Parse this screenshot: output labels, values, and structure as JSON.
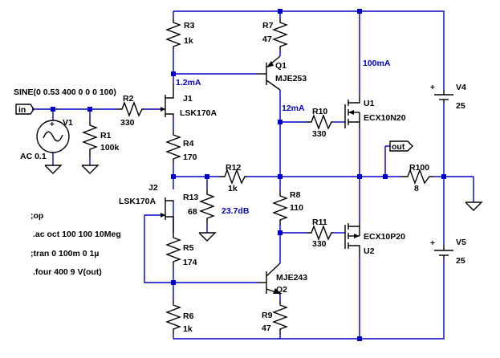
{
  "components": {
    "R3": {
      "name": "R3",
      "value": "1k"
    },
    "R7": {
      "name": "R7",
      "value": "47"
    },
    "R2": {
      "name": "R2",
      "value": "330"
    },
    "R1": {
      "name": "R1",
      "value": "100k"
    },
    "R4": {
      "name": "R4",
      "value": "170"
    },
    "R12": {
      "name": "R12",
      "value": "1k"
    },
    "R13": {
      "name": "R13",
      "value": "68"
    },
    "R5": {
      "name": "R5",
      "value": "174"
    },
    "R6": {
      "name": "R6",
      "value": "1k"
    },
    "R8": {
      "name": "R8",
      "value": "110"
    },
    "R9": {
      "name": "R9",
      "value": "47"
    },
    "R10": {
      "name": "R10",
      "value": "330"
    },
    "R11": {
      "name": "R11",
      "value": "330"
    },
    "R100": {
      "name": "R100",
      "value": "8"
    },
    "Q1": {
      "name": "Q1",
      "value": "MJE253"
    },
    "Q2": {
      "name": "Q2",
      "value": "MJE243"
    },
    "J1": {
      "name": "J1",
      "value": "LSK170A"
    },
    "J2": {
      "name": "J2",
      "value": "LSK170A"
    },
    "U1": {
      "name": "U1",
      "value": "ECX10N20"
    },
    "U2": {
      "name": "U2",
      "value": "ECX10P20"
    },
    "V1": {
      "name": "V1",
      "value": "AC 0.1",
      "source": "SINE(0 0.53 400 0 0 0 100)"
    },
    "V4": {
      "name": "V4",
      "value": "25"
    },
    "V5": {
      "name": "V5",
      "value": "25"
    }
  },
  "annotations": {
    "i_j1": "1.2mA",
    "i_q1": "12mA",
    "i_u1": "100mA",
    "gain": "23.7dB"
  },
  "ports": {
    "in": "in",
    "out": "out"
  },
  "directives": [
    ";op",
    ".ac oct 100 100 10Meg",
    ";tran 0 100m 0 1µ",
    ".four 400 9 V(out)"
  ],
  "colors": {
    "wire": "#0000c8",
    "component": "#000000",
    "annotation": "#0000c8"
  }
}
